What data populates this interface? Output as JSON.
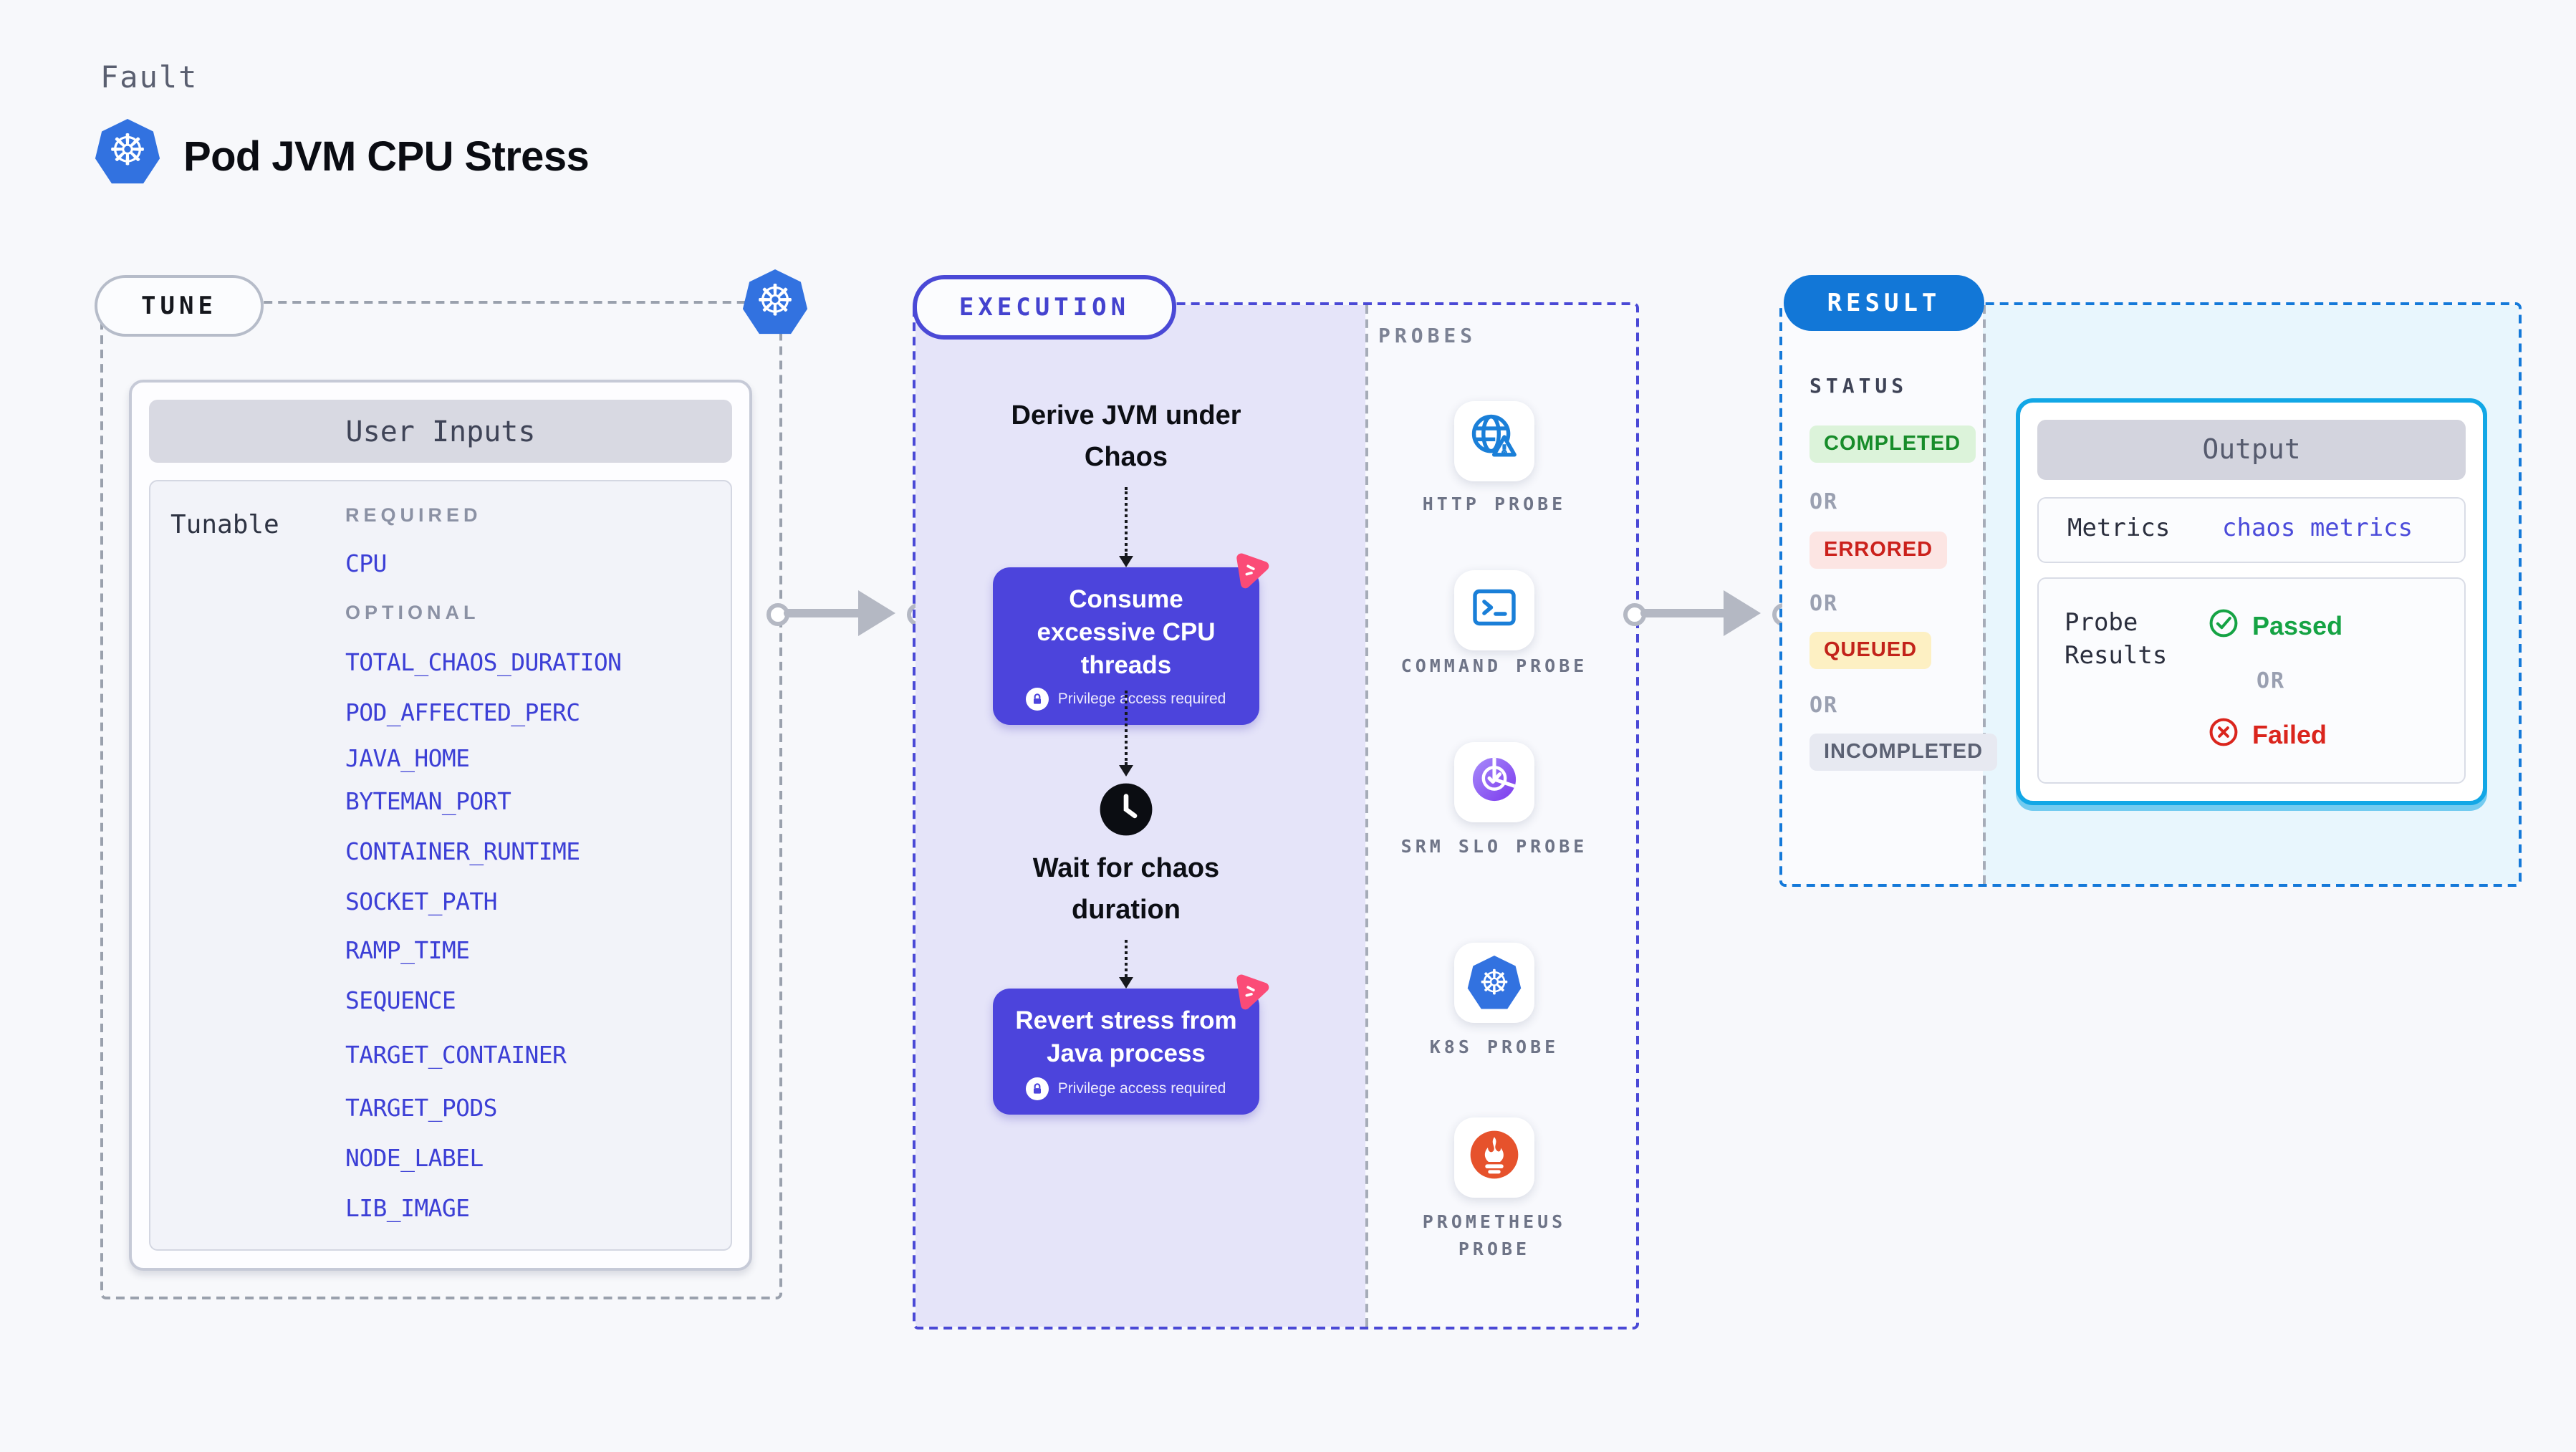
{
  "header": {
    "kicker": "Fault",
    "title": "Pod JVM CPU Stress"
  },
  "tune": {
    "badge": "TUNE",
    "card_title": "User Inputs",
    "row_label": "Tunable",
    "required_label": "REQUIRED",
    "required_items": [
      "CPU"
    ],
    "optional_label": "OPTIONAL",
    "optional_items": [
      "TOTAL_CHAOS_DURATION",
      "POD_AFFECTED_PERC",
      "JAVA_HOME",
      "BYTEMAN_PORT",
      "CONTAINER_RUNTIME",
      "SOCKET_PATH",
      "RAMP_TIME",
      "SEQUENCE",
      "TARGET_CONTAINER",
      "TARGET_PODS",
      "NODE_LABEL",
      "LIB_IMAGE"
    ]
  },
  "execution": {
    "badge": "EXECUTION",
    "step1_label": "Derive JVM under Chaos",
    "node1": {
      "title": "Consume excessive CPU threads",
      "privilege": "Privilege access required"
    },
    "step2_label": "Wait for chaos duration",
    "node2": {
      "title": "Revert stress from Java process",
      "privilege": "Privilege access required"
    },
    "probes": {
      "label": "PROBES",
      "items": [
        {
          "name": "HTTP PROBE",
          "icon": "globe-alert-icon"
        },
        {
          "name": "COMMAND PROBE",
          "icon": "terminal-icon"
        },
        {
          "name": "SRM SLO PROBE",
          "icon": "slo-check-icon"
        },
        {
          "name": "K8S PROBE",
          "icon": "kubernetes-icon"
        },
        {
          "name": "PROMETHEUS PROBE",
          "icon": "prometheus-flame-icon"
        }
      ]
    }
  },
  "result": {
    "badge": "RESULT",
    "status_label": "STATUS",
    "or_label": "OR",
    "statuses": [
      {
        "label": "COMPLETED",
        "bg": "#dcf3da",
        "color": "#178c2a"
      },
      {
        "label": "ERRORED",
        "bg": "#fce5e3",
        "color": "#cb211c"
      },
      {
        "label": "QUEUED",
        "bg": "#fdf0c3",
        "color": "#c2231a"
      },
      {
        "label": "INCOMPLETED",
        "bg": "#e7e9f1",
        "color": "#5b6173"
      }
    ],
    "output": {
      "title": "Output",
      "metrics_label": "Metrics",
      "metrics_value": "chaos metrics",
      "probe_results_label": "Probe Results",
      "passed_label": "Passed",
      "or_label": "OR",
      "failed_label": "Failed"
    }
  },
  "colors": {
    "page_bg": "#f7f8fb",
    "indigo_accent": "#4c44dc",
    "execution_border": "#4a49d6",
    "execution_bg": "#e5e4f9",
    "result_blue": "#1277d7",
    "output_border_cyan": "#12a7e6",
    "result_bg": "#e8f6fd",
    "kubernetes_blue": "#3272e0",
    "param_link_blue": "#3c3fd6",
    "chaos_pink": "#fb4b77",
    "passed_green": "#15a344",
    "failed_red": "#da251d",
    "prometheus_orange": "#e6522c",
    "arrow_gray": "#b4b8c3"
  }
}
